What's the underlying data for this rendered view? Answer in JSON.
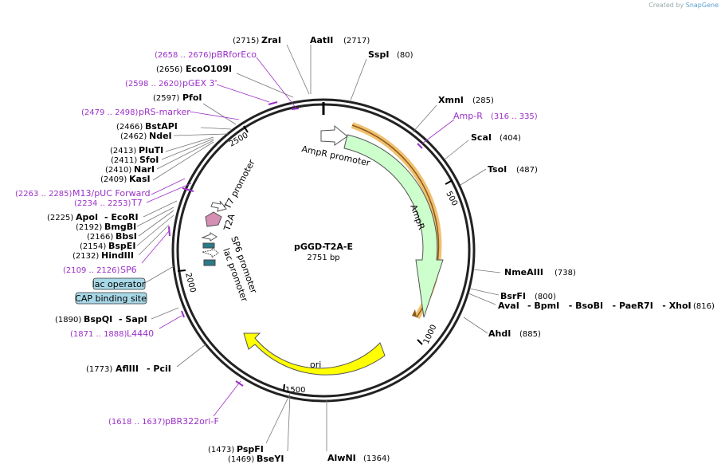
{
  "credit": {
    "prefix": "Created by",
    "brand": "SnapGene"
  },
  "plasmid": {
    "name": "pGGD-T2A-E",
    "size_label": "2751 bp",
    "length": 2751
  },
  "ticks": [
    "500",
    "1000",
    "1500",
    "2000",
    "2500"
  ],
  "features": [
    {
      "name": "AmpR promoter",
      "color": "#ffffff"
    },
    {
      "name": "AmpR",
      "color": "#ccffcc"
    },
    {
      "name": "ori",
      "color": "#ffff00"
    },
    {
      "name": "T7 promoter",
      "color": "#ffffff"
    },
    {
      "name": "T2A",
      "color": "#d48fb2"
    },
    {
      "name": "SP6 promoter",
      "color": "#ffffff"
    },
    {
      "name": "lac promoter",
      "color": "#ffffff"
    },
    {
      "name": "Amp-R",
      "color": "#f0c070"
    }
  ],
  "site_boxes": [
    {
      "label": "lac operator",
      "color": "#a8d8e8"
    },
    {
      "label": "CAP binding site",
      "color": "#a8d8e8"
    }
  ],
  "labels": [
    {
      "pos": "(2715)",
      "name": "ZraI"
    },
    {
      "name": "AatII",
      "pos": "(2717)"
    },
    {
      "name": "SspI",
      "pos": "(80)"
    },
    {
      "pos": "(2658 .. 2676)",
      "name": "pBRforEco",
      "primer": true
    },
    {
      "pos": "(2656)",
      "name": "EcoO109I"
    },
    {
      "pos": "(2598 .. 2620)",
      "name": "pGEX 3'",
      "primer": true
    },
    {
      "pos": "(2597)",
      "name": "PfoI"
    },
    {
      "pos": "(2479 .. 2498)",
      "name": "pRS-marker",
      "primer": true
    },
    {
      "pos": "(2466)",
      "name": "BstAPI"
    },
    {
      "pos": "(2462)",
      "name": "NdeI"
    },
    {
      "pos": "(2413)",
      "name": "PluTI"
    },
    {
      "pos": "(2411)",
      "name": "SfoI"
    },
    {
      "pos": "(2410)",
      "name": "NarI"
    },
    {
      "pos": "(2409)",
      "name": "KasI"
    },
    {
      "pos": "(2263 .. 2285)",
      "name": "M13/pUC Forward",
      "primer": true
    },
    {
      "pos": "(2234 .. 2253)",
      "name": "T7",
      "primer": true
    },
    {
      "pos": "(2225)",
      "name": "ApoI",
      "extra": "- EcoRI"
    },
    {
      "pos": "(2192)",
      "name": "BmgBI"
    },
    {
      "pos": "(2166)",
      "name": "BbsI"
    },
    {
      "pos": "(2154)",
      "name": "BspEI"
    },
    {
      "pos": "(2132)",
      "name": "HindIII"
    },
    {
      "pos": "(2109 .. 2126)",
      "name": "SP6",
      "primer": true
    },
    {
      "pos": "(1890)",
      "name": "BspQI",
      "extra": "- SapI"
    },
    {
      "pos": "(1871 .. 1888)",
      "name": "L4440",
      "primer": true
    },
    {
      "pos": "(1773)",
      "name": "AflIII",
      "extra": "- PciI"
    },
    {
      "pos": "(1618 .. 1637)",
      "name": "pBR322ori-F",
      "primer": true
    },
    {
      "pos": "(1473)",
      "name": "PspFI"
    },
    {
      "pos": "(1469)",
      "name": "BseYI"
    },
    {
      "name": "AlwNI",
      "pos": "(1364)"
    },
    {
      "name": "XmnI",
      "pos": "(285)"
    },
    {
      "name": "Amp-R",
      "pos": "(316 .. 335)",
      "primer": true
    },
    {
      "name": "ScaI",
      "pos": "(404)"
    },
    {
      "name": "TsoI",
      "pos": "(487)"
    },
    {
      "name": "NmeAIII",
      "pos": "(738)"
    },
    {
      "name": "BsrFI",
      "pos": "(800)"
    },
    {
      "name": "AvaI",
      "extra": "- BpmI   - BsoBI   - PaeR7I   - XhoI",
      "pos": "(816)"
    },
    {
      "name": "AhdI",
      "pos": "(885)"
    }
  ]
}
